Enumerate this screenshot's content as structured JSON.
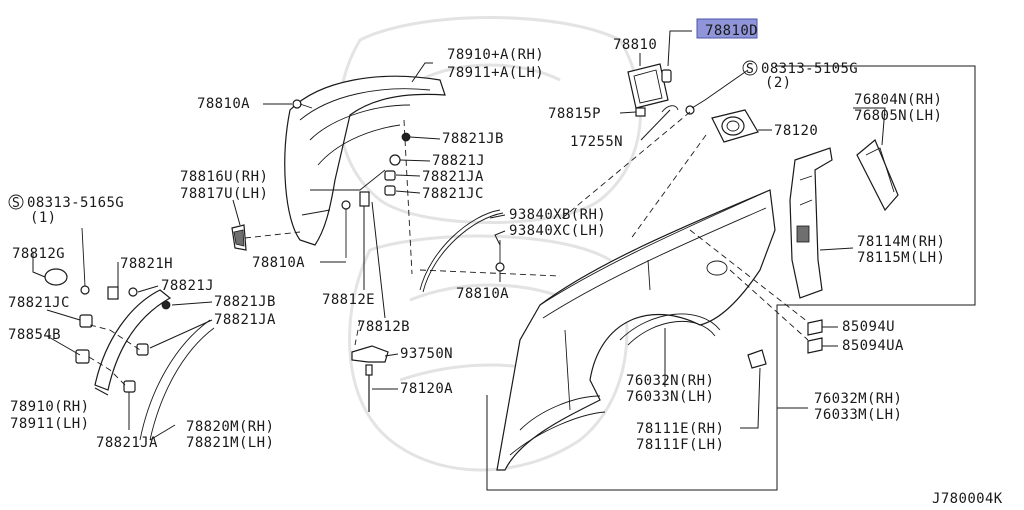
{
  "diagram": {
    "id_code": "J780004K",
    "highlighted_part": "78810D",
    "colors": {
      "highlight": "#8f95d8",
      "line": "#1a1a1a"
    },
    "labels": {
      "p78910a_rh": "78910+A(RH)",
      "p78911a_lh": "78911+A(LH)",
      "p78810a_top": "78810A",
      "p78821jb_top": "78821JB",
      "p78821j_top": "78821J",
      "p78821ja_top": "78821JA",
      "p78821jc_top": "78821JC",
      "p78816u_rh": "78816U(RH)",
      "p78817u_lh": "78817U(LH)",
      "p78810a_mid": "78810A",
      "p78812e": "78812E",
      "p78812b": "78812B",
      "p08313_5165g": "08313-5165G",
      "p08313_5165g_qty": "(1)",
      "p78812g": "78812G",
      "p78821h": "78821H",
      "p78821j_low": "78821J",
      "p78821jb_low": "78821JB",
      "p78821ja_low": "78821JA",
      "p78821jc_low": "78821JC",
      "p78854b": "78854B",
      "p78910_rh": "78910(RH)",
      "p78911_lh": "78911(LH)",
      "p78821ja_bottom": "78821JA",
      "p78820m_rh": "78820M(RH)",
      "p78821m_lh": "78821M(LH)",
      "p78810": "78810",
      "p78810d": "78810D",
      "p78815p": "78815P",
      "p17255n": "17255N",
      "p08313_5105g": "08313-5105G",
      "p08313_5105g_qty": "(2)",
      "p78120": "78120",
      "p93840xb_rh": "93840XB(RH)",
      "p93840xc_lh": "93840XC(LH)",
      "p78810a_right": "78810A",
      "p93750n": "93750N",
      "p78120a": "78120A",
      "p76804n_rh": "76804N(RH)",
      "p76805n_lh": "76805N(LH)",
      "p78114m_rh": "78114M(RH)",
      "p78115m_lh": "78115M(LH)",
      "p85094u": "85094U",
      "p85094ua": "85094UA",
      "p76032n_rh": "76032N(RH)",
      "p76033n_lh": "76033N(LH)",
      "p76032m_rh": "76032M(RH)",
      "p76033m_lh": "76033M(LH)",
      "p78111e_rh": "78111E(RH)",
      "p78111f_lh": "78111F(LH)"
    }
  }
}
